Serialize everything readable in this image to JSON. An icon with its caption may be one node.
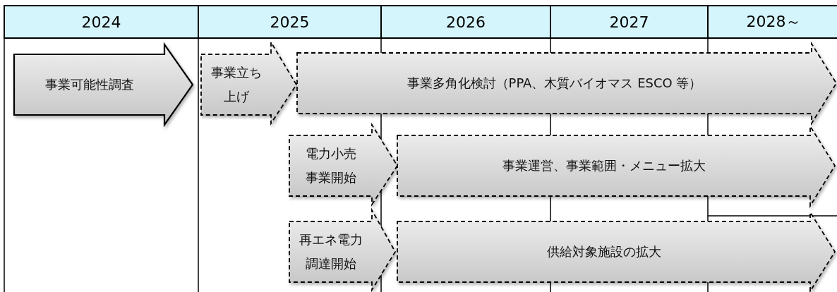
{
  "diagram": {
    "nodes": [
      {
        "text": [
          "事業可能性調査"
        ]
      },
      {
        "text": [
          "事業立ち上げ"
        ]
      },
      {
        "text": [
          "事業多角化検討（PPA、木質バイオマス ESCO 等）"
        ]
      },
      {
        "text": [
          "電力小売事業開始"
        ]
      },
      {
        "text": [
          "事業運営、事業範囲・メニュー拡大"
        ]
      },
      {
        "text": [
          "再エネ電力調達開始"
        ]
      },
      {
        "text": [
          "供給対象施設の拡大"
        ]
      }
    ],
    "labels": [
      "2024",
      "2025",
      "2026",
      "2027",
      "2028～"
    ]
  }
}
